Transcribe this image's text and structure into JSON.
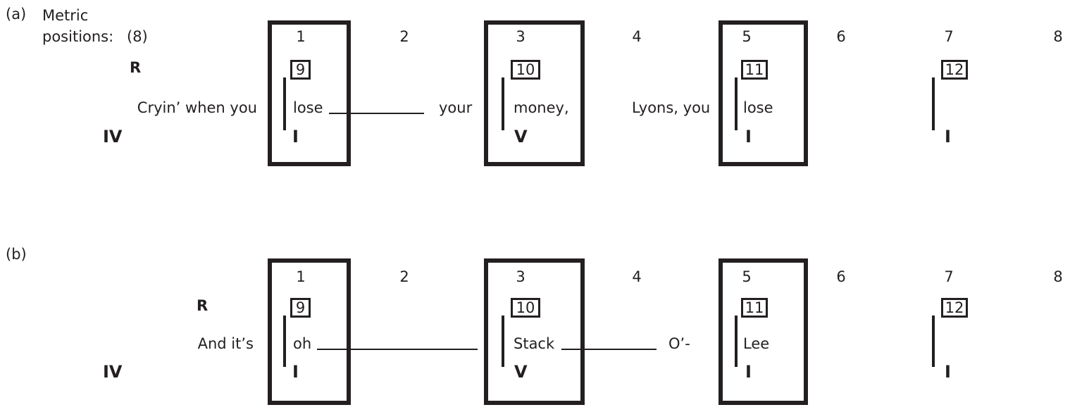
{
  "labels": {
    "panel_a": "(a)",
    "panel_b": "(b)",
    "metric_line1": "Metric",
    "metric_line2": "positions:",
    "pickup": "(8)"
  },
  "positions": [
    "1",
    "2",
    "3",
    "4",
    "5",
    "6",
    "7",
    "8"
  ],
  "row_a": {
    "rhyme": "R",
    "chord_key": "IV",
    "bar_numbers": [
      "9",
      "10",
      "11",
      "12"
    ],
    "chords": [
      "I",
      "V",
      "I",
      "I"
    ],
    "lyrics": {
      "pre1": "Cryin’  when you",
      "w1": "lose",
      "w2": "your",
      "w3": "money,",
      "w4": "Lyons, you",
      "w5": "lose"
    }
  },
  "row_b": {
    "rhyme": "R",
    "chord_key": "IV",
    "bar_numbers": [
      "9",
      "10",
      "11",
      "12"
    ],
    "chords": [
      "I",
      "V",
      "I",
      "I"
    ],
    "lyrics": {
      "pre1": "And it’s",
      "w1": "oh",
      "w2": "Stack",
      "w3": "O’-",
      "w4": "Lee"
    }
  }
}
